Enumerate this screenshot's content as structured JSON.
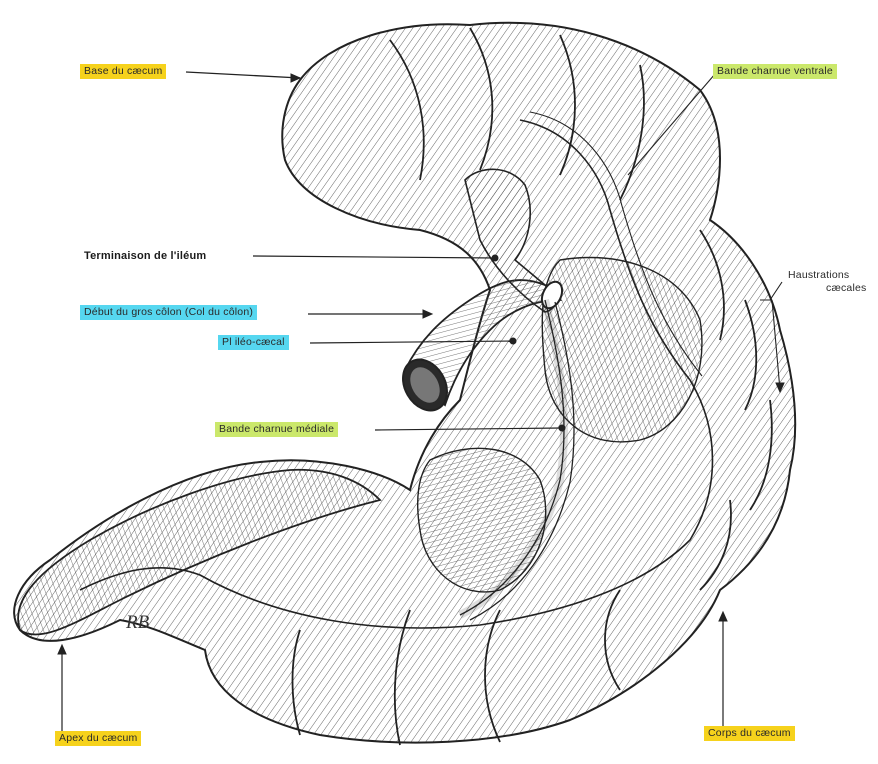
{
  "labels": {
    "base_caecum": "Base du cæcum",
    "bande_ventrale": "Bande charnue ventrale",
    "terminaison_ileum": "Terminaison de l'iléum",
    "debut_gros_colon": "Début du gros côlon (Col du côlon)",
    "pli_ileo_caecal": "Pl iléo-cæcal",
    "haustrations_1": "Haustrations",
    "haustrations_2": "cæcales",
    "bande_mediale": "Bande charnue médiale",
    "apex_caecum": "Apex du cæcum",
    "corps_caecum": "Corps du cæcum",
    "signature": "RB"
  },
  "colors": {
    "highlight_yellow": "#f6d21c",
    "highlight_green": "#cbe86b",
    "highlight_cyan": "#56d7f0",
    "ink": "#222222"
  }
}
